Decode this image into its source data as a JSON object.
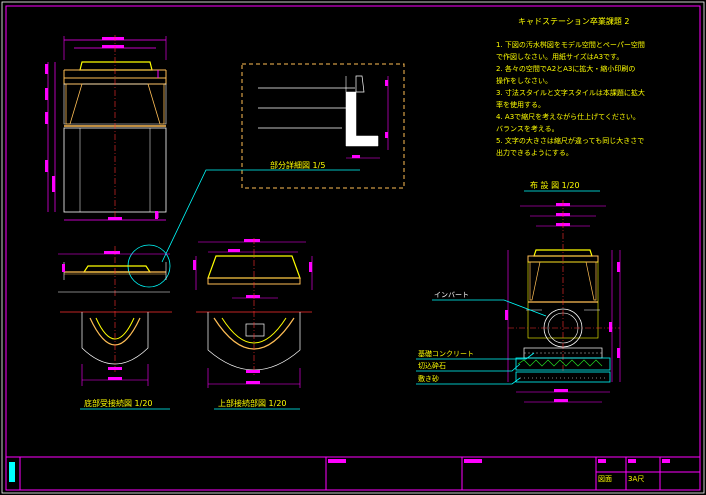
{
  "window": {
    "title": "キャドステーション卒業課題 2"
  },
  "notes": [
    "1. 下図の汚水桝図をモデル空間とペーパー空間",
    "で作図しなさい。用紙サイズはA3です。",
    "2. 各々の空間でA2とA3に拡大・縮小印刷の",
    "操作をしなさい。",
    "3. 寸法スタイルと文字スタイルは本課題に拡大",
    "率を使用する。",
    "4. A3で縮尺を考えながら仕上げてください。",
    "バランスを考える。",
    "5. 文字の大きさは縮尺が違っても同じ大きさで",
    "出力できるようにする。"
  ],
  "views": {
    "partial_detail": "部分詳細図 1/5",
    "layout_plan": "布 設 図 1/20",
    "base_bottom": "底部受接続図 1/20",
    "top_detail": "上部接続部図 1/20"
  },
  "callouts": {
    "invert": "インバート",
    "base_concrete": "基礎コンクリート",
    "crushed_stone": "切込砕石",
    "sand_bed": "敷き砂"
  },
  "title_block": {
    "cell_a": "図面",
    "cell_b": "3A尺"
  },
  "colors": {
    "magenta": "#ff00ff",
    "yellow": "#ffff00",
    "orange": "#ffbe55",
    "cyan": "#00ffff",
    "red": "#ff3030",
    "white": "#ffffff",
    "green": "#22dd22",
    "background": "#000000"
  }
}
